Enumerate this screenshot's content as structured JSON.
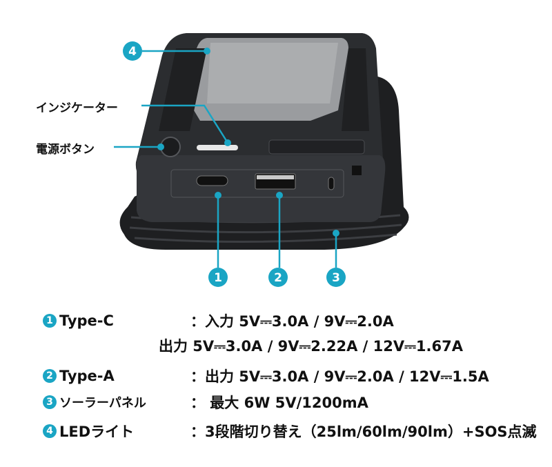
{
  "callouts": {
    "indicator": "インジケーター",
    "power_button": "電源ボタン",
    "num1": "1",
    "num2": "2",
    "num3": "3",
    "num4": "4"
  },
  "specs": [
    {
      "badge": "1",
      "name": "Type-C",
      "value": "：入力 5V⎓3.0A / 9V⎓2.0A",
      "value2": "出力 5V⎓3.0A / 9V⎓2.22A / 12V⎓1.67A"
    },
    {
      "badge": "2",
      "name": "Type-A",
      "value": "：出力 5V⎓3.0A / 9V⎓2.0A / 12V⎓1.5A"
    },
    {
      "badge": "3",
      "name": "ソーラーパネル",
      "value": "： 最大 6W  5V/1200mA"
    },
    {
      "badge": "4",
      "name": "LEDライト",
      "value": "：3段階切り替え（25lm/60lm/90lm）+SOS点滅"
    }
  ],
  "colors": {
    "accent": "#1aa5c4",
    "device": "#2b2d30"
  }
}
